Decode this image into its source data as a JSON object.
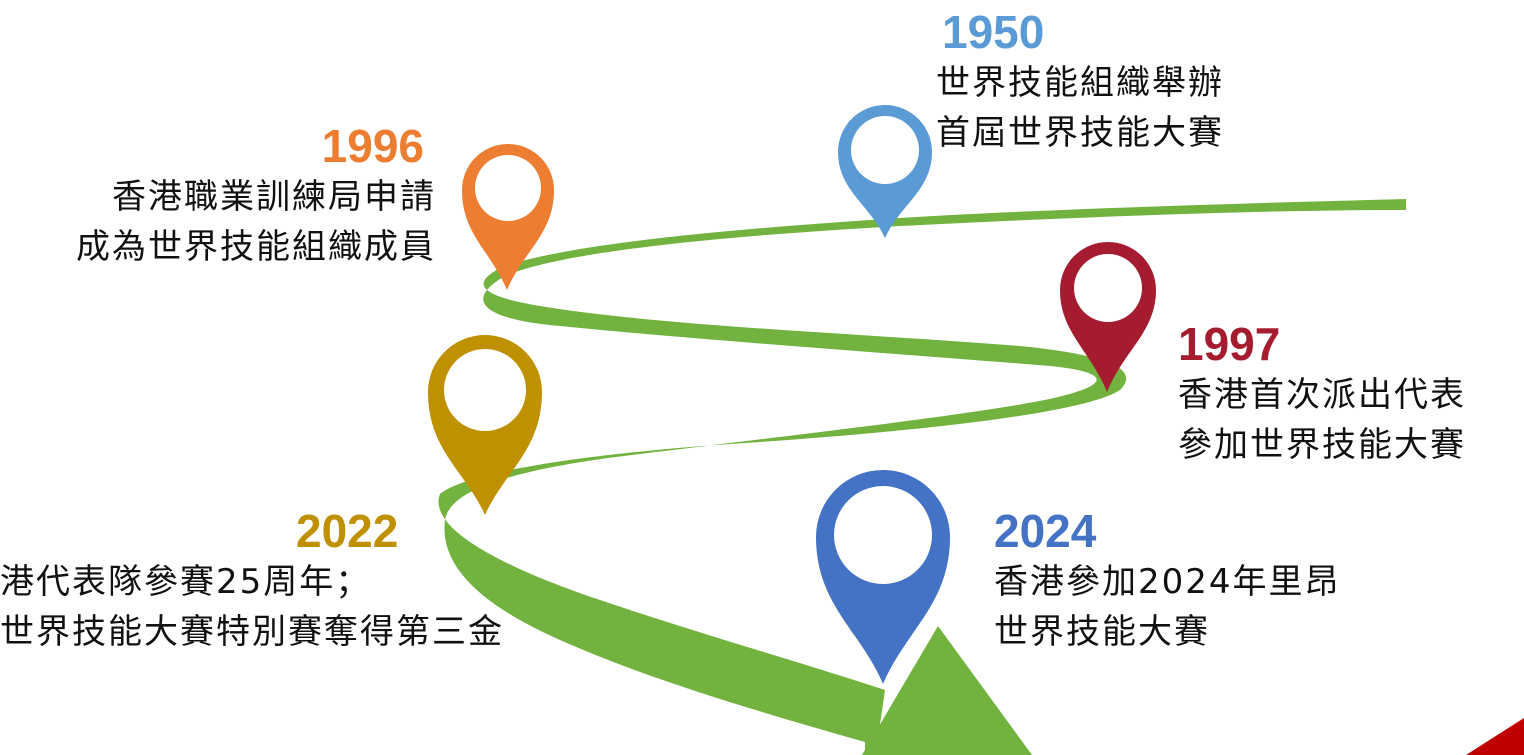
{
  "colors": {
    "road": "#72b33f",
    "road_shade": "#5e9a34",
    "pin_1950": "#5b9bd5",
    "pin_1996": "#ed7d31",
    "pin_1997": "#a51c30",
    "pin_2022": "#bf9000",
    "pin_2024": "#4472c4",
    "corner_accent": "#c00000"
  },
  "milestones": {
    "m1950": {
      "year": "1950",
      "line1": "世界技能組織舉辦",
      "line2": "首屆世界技能大賽",
      "color": "#5b9bd5",
      "icon": "map-pin-icon"
    },
    "m1996": {
      "year": "1996",
      "line1": "香港職業訓練局申請",
      "line2": "成為世界技能組織成員",
      "color": "#ed7d31",
      "icon": "map-pin-icon"
    },
    "m1997": {
      "year": "1997",
      "line1": "香港首次派出代表",
      "line2": "參加世界技能大賽",
      "color": "#a51c30",
      "icon": "map-pin-icon"
    },
    "m2022": {
      "year": "2022",
      "line1": "港代表隊參賽25周年；",
      "line2": "世界技能大賽特別賽奪得第三金",
      "color": "#bf9000",
      "icon": "map-pin-icon"
    },
    "m2024": {
      "year": "2024",
      "line1": "香港參加2024年里昂",
      "line2": "世界技能大賽",
      "color": "#4472c4",
      "icon": "map-pin-icon"
    }
  }
}
